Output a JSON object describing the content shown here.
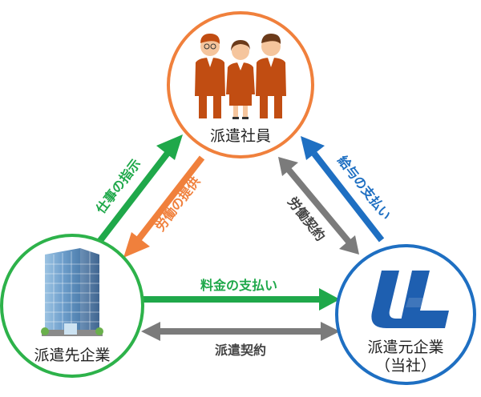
{
  "nodes": {
    "worker": {
      "label": "派遣社員",
      "color": "#f0803c"
    },
    "client": {
      "label": "派遣先企業",
      "color": "#2db24a"
    },
    "agency": {
      "label_line1": "派遣元企業",
      "label_line2": "（当社）",
      "color": "#1e6fc2"
    }
  },
  "arrows": {
    "work_instruction": {
      "label": "仕事の指示",
      "color": "#1fa84a"
    },
    "labor_provision": {
      "label": "労働の提供",
      "color": "#f0803c"
    },
    "labor_contract": {
      "label": "労働契約",
      "color": "#7b7b7b"
    },
    "salary_payment": {
      "label": "給与の支払い",
      "color": "#1e6fc2"
    },
    "fee_payment": {
      "label": "料金の支払い",
      "color": "#1fa84a"
    },
    "dispatch_contract": {
      "label": "派遣契約",
      "color": "#7b7b7b"
    }
  }
}
